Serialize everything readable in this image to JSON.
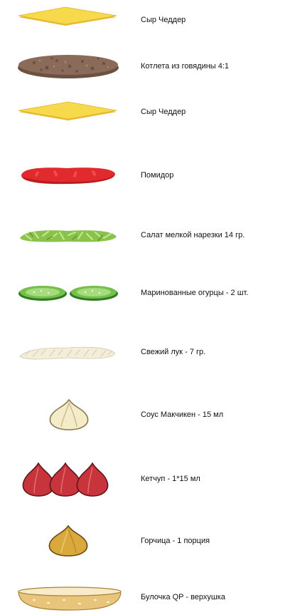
{
  "ingredients": [
    {
      "icon": "cheddar-cheese-icon",
      "label": "Сыр Чеддер"
    },
    {
      "icon": "beef-patty-icon",
      "label": "Котлета из говядины 4:1"
    },
    {
      "icon": "cheddar-cheese-icon",
      "label": "Сыр Чеддер"
    },
    {
      "icon": "tomato-slice-icon",
      "label": "Помидор"
    },
    {
      "icon": "shredded-lettuce-icon",
      "label": "Салат мелкой нарезки 14 гр."
    },
    {
      "icon": "pickles-icon",
      "label": "Маринованные огурцы - 2 шт."
    },
    {
      "icon": "fresh-onion-icon",
      "label": "Свежий лук - 7 гр."
    },
    {
      "icon": "mcchicken-sauce-icon",
      "label": "Соус Макчикен - 15 мл"
    },
    {
      "icon": "ketchup-icon",
      "label": "Кетчуп - 1*15 мл"
    },
    {
      "icon": "mustard-icon",
      "label": "Горчица - 1 порция"
    },
    {
      "icon": "bun-top-icon",
      "label": "Булочка QP - верхушка"
    }
  ],
  "colors": {
    "cheese": "#F7D94C",
    "patty": "#8A6A58",
    "tomato": "#E02A2E",
    "lettuce": "#9ACD5A",
    "pickle": "#5FAE3F",
    "onion": "#F3EEDC",
    "sauce": "#F4EBC8",
    "ketchup": "#C8343C",
    "mustard": "#D9A93C",
    "bun": "#E8C57A"
  }
}
